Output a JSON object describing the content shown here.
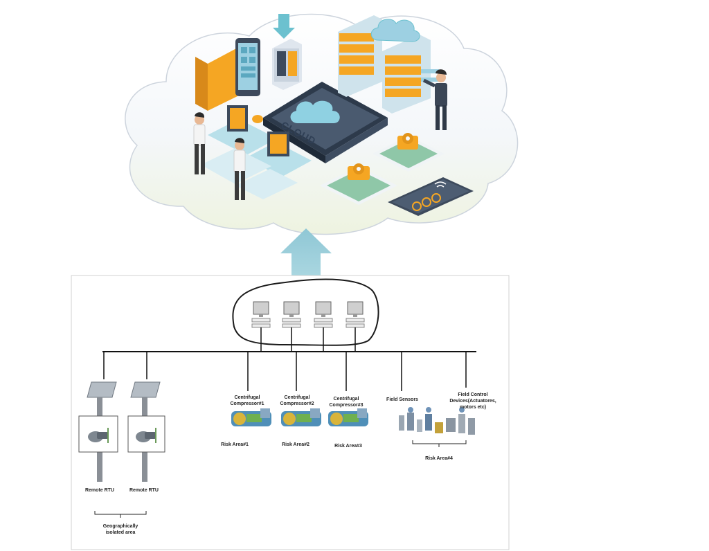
{
  "cloud": {
    "center_label": "CLOUD",
    "colors": {
      "cloud_fill": "#f3f6f9",
      "cloud_outline": "#ccd3dc",
      "screen_dark": "#3d4a5c",
      "accent_orange": "#f5a623",
      "accent_teal": "#6cc1cf",
      "accent_blue": "#9dd0e2",
      "upload_arrow": "#8fc7d5"
    }
  },
  "network": {
    "hmi_station_count": 4,
    "nodes": {
      "rtu_1": "Remote RTU",
      "rtu_2": "Remote RTU",
      "geo_area": "Geographically\nisolated area",
      "compressor_1": "Centrifugal\nCompressor#1",
      "compressor_2": "Centrifugal\nCompressor#2",
      "compressor_3": "Centrifugal\nCompressor#3",
      "risk_1": "Risk Area#1",
      "risk_2": "Risk Area#2",
      "risk_3": "Risk Area#3",
      "field_sensors": "Field Sensors",
      "field_control": "Field Control\nDevices(Actuatores,\nmotors etc)",
      "risk_4": "Risk Area#4"
    }
  }
}
